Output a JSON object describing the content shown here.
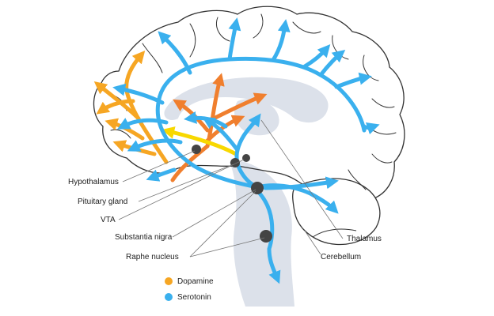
{
  "labels": {
    "hypothalamus": "Hypothalamus",
    "pituitary": "Pituitary gland",
    "vta": "VTA",
    "substantia_nigra": "Substantia nigra",
    "raphe": "Raphe nucleus",
    "thalamus": "Thalamus",
    "cerebellum": "Cerebellum"
  },
  "legend": {
    "dopamine": "Dopamine",
    "serotonin": "Serotonin"
  },
  "colors": {
    "dopamine": "#F6A623",
    "dopamine_dark": "#F07F2E",
    "dopamine_yellow": "#F8D800",
    "serotonin": "#3AB0EE",
    "brainstem": "#DCE1EA",
    "outline": "#333333",
    "nucleus": "#444444"
  }
}
